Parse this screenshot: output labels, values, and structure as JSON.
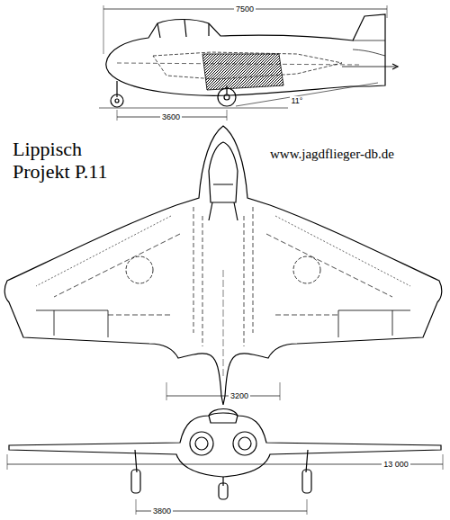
{
  "diagram": {
    "title": "Lippisch Projekt P.11",
    "labels": [
      "www.jagdflieger-db.de",
      "7500",
      "3600",
      "11°",
      "3200",
      "13 000",
      "3800"
    ]
  }
}
